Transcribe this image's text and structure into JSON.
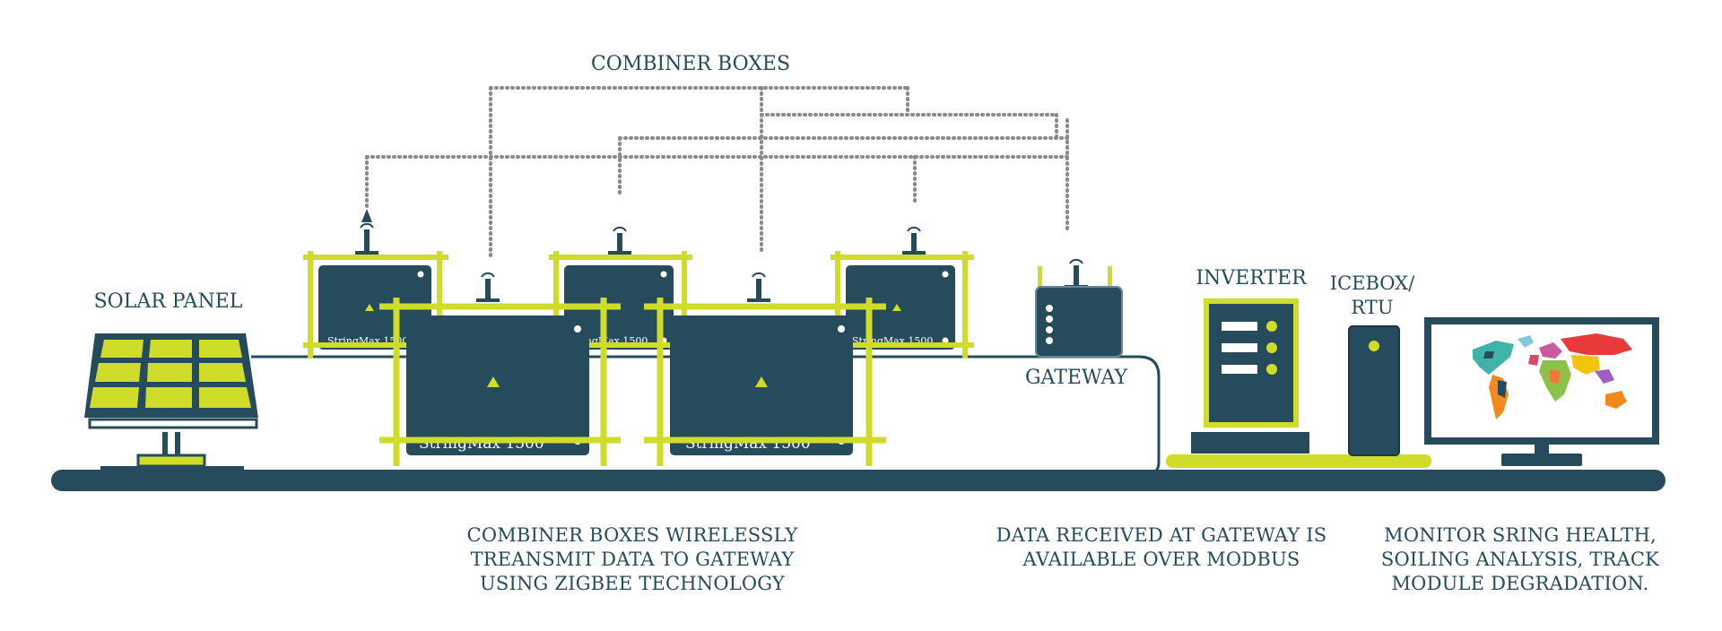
{
  "labels": {
    "combiner_boxes": "COMBINER BOXES",
    "solar_panel": "SOLAR PANEL",
    "gateway": "GATEWAY",
    "inverter": "INVERTER",
    "icebox_line1": "ICEBOX/",
    "icebox_line2": "RTU"
  },
  "devices": {
    "model": "StringMax 1500"
  },
  "captions": {
    "wireless": [
      "COMBINER BOXES WIRELESSLY",
      "TREANSMIT DATA TO GATEWAY",
      "USING ZIGBEE TECHNOLOGY"
    ],
    "modbus": [
      "DATA RECEIVED AT GATEWAY IS",
      "AVAILABLE OVER MODBUS"
    ],
    "monitor": [
      "MONITOR SRING HEALTH,",
      "SOILING ANALYSIS, TRACK",
      "MODULE DEGRADATION."
    ]
  },
  "colors": {
    "navy": "#264b5d",
    "lime": "#cfdd2a",
    "dots": "#8a8a8a"
  },
  "icons": [
    "antenna-icon",
    "warning-triangle-icon",
    "world-map-icon",
    "solar-panel-icon",
    "inverter-icon",
    "gateway-router-icon",
    "rtu-tower-icon",
    "monitor-icon"
  ]
}
